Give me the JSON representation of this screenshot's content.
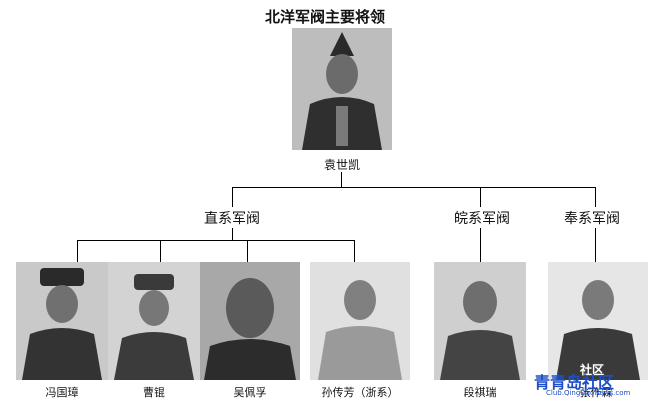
{
  "title": "北洋军阀主要将领",
  "root": {
    "name": "袁世凯"
  },
  "groups": [
    {
      "label": "直系军阀",
      "members": [
        "冯国璋",
        "曹锟",
        "吴佩孚",
        "孙传芳（浙系）"
      ]
    },
    {
      "label": "皖系军阀",
      "members": [
        "段祺瑞"
      ]
    },
    {
      "label": "奉系军阀",
      "members": [
        "张作霖"
      ]
    }
  ],
  "watermark": {
    "main": "青青岛社区",
    "url": "Club.QingDaoNews.com",
    "top_text": "社区"
  },
  "colors": {
    "line": "#000000",
    "watermark_blue": "#1e4fc9",
    "watermark_red": "#e03a2f"
  }
}
